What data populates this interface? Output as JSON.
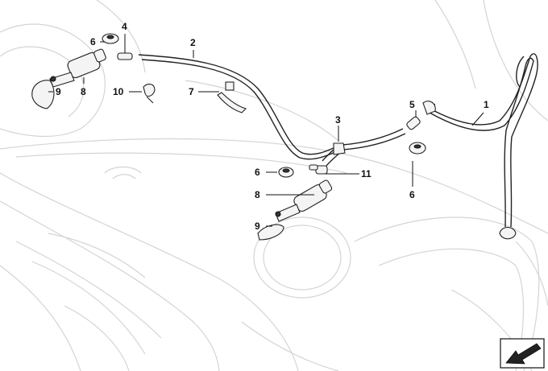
{
  "callouts": [
    {
      "id": "c1",
      "label": "1"
    },
    {
      "id": "c2",
      "label": "2"
    },
    {
      "id": "c3",
      "label": "3"
    },
    {
      "id": "c4",
      "label": "4"
    },
    {
      "id": "c5",
      "label": "5"
    },
    {
      "id": "c6a",
      "label": "6"
    },
    {
      "id": "c6b",
      "label": "6"
    },
    {
      "id": "c6c",
      "label": "6"
    },
    {
      "id": "c7",
      "label": "7"
    },
    {
      "id": "c8a",
      "label": "8"
    },
    {
      "id": "c8b",
      "label": "8"
    },
    {
      "id": "c9a",
      "label": "9"
    },
    {
      "id": "c9b",
      "label": "9"
    },
    {
      "id": "c10",
      "label": "10"
    },
    {
      "id": "c11",
      "label": "11"
    }
  ],
  "icons": {
    "direction": "direction-arrow-icon"
  }
}
